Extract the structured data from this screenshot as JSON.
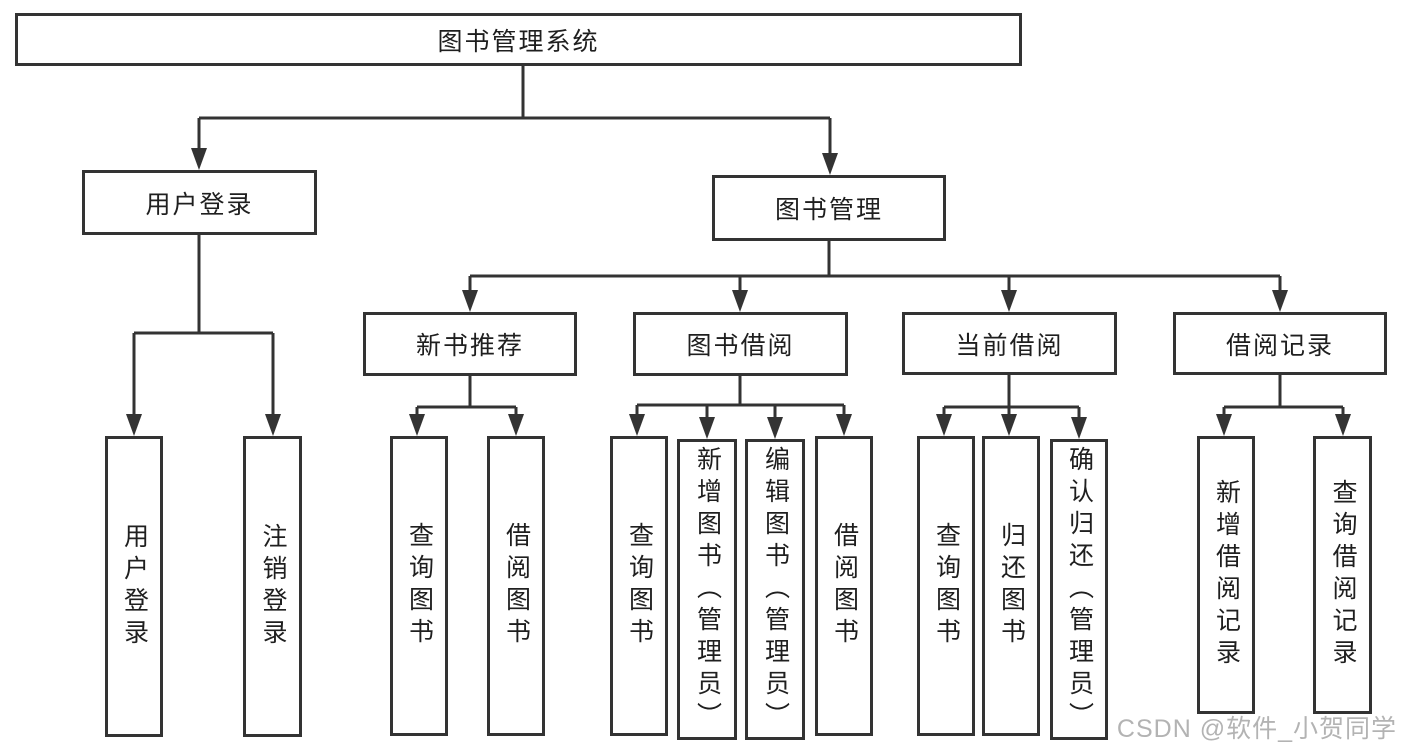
{
  "nodes": {
    "root": "图书管理系统",
    "user_login": "用户登录",
    "book_management": "图书管理",
    "new_book_recommend": "新书推荐",
    "book_borrow": "图书借阅",
    "current_borrow": "当前借阅",
    "borrow_record": "借阅记录",
    "leaf_user_login": "用户登录",
    "leaf_logout": "注销登录",
    "leaf_rec_query_book": "查询图书",
    "leaf_rec_borrow_book": "借阅图书",
    "leaf_bb_query_book": "查询图书",
    "leaf_bb_add_book": "新增图书（管理员）",
    "leaf_bb_edit_book": "编辑图书（管理员）",
    "leaf_bb_borrow_book": "借阅图书",
    "leaf_cb_query_book": "查询图书",
    "leaf_cb_return_book": "归还图书",
    "leaf_cb_confirm_return": "确认归还（管理员）",
    "leaf_br_add_record": "新增借阅记录",
    "leaf_br_query_record": "查询借阅记录"
  },
  "watermark": "CSDN @软件_小贺同学",
  "colors": {
    "line": "#333333",
    "text": "#1f1f1f",
    "background": "#ffffff",
    "watermark": "#acacac"
  }
}
